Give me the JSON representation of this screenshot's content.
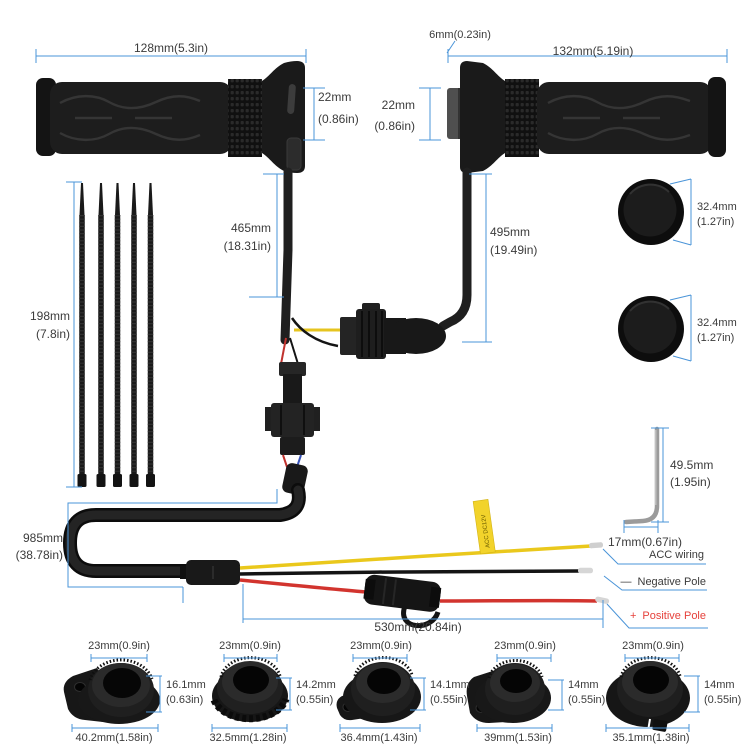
{
  "diagram_title": "heated-grips-kit-dimension-diagram",
  "colors": {
    "dimension_blue": "#4a94d8",
    "text_dark": "#3b3b3b",
    "positive_red": "#e6413b",
    "wire_yellow": "#eac81c",
    "wire_red": "#d2342e",
    "wire_black": "#141414",
    "product_black": "#1b1b1b"
  },
  "left_grip": {
    "length": "128mm(5.3in)",
    "diameter_mm": "22mm",
    "diameter_in": "(0.86in)",
    "cable_mm": "465mm",
    "cable_in": "(18.31in)"
  },
  "right_grip": {
    "edge": "6mm(0.23in)",
    "length": "132mm(5.19in)",
    "diameter_mm": "22mm",
    "diameter_in": "(0.86in)",
    "cable_mm": "495mm",
    "cable_in": "(19.49in)"
  },
  "cable_ties": {
    "length_mm": "198mm",
    "length_in": "(7.8in)"
  },
  "bar_end_caps": [
    {
      "mm": "32.4mm",
      "in": "(1.27in)"
    },
    {
      "mm": "32.4mm",
      "in": "(1.27in)"
    }
  ],
  "hex_key": {
    "height_mm": "49.5mm",
    "height_in": "(1.95in)",
    "width": "17mm(0.67in)"
  },
  "harness": {
    "main_mm": "985mm",
    "main_in": "(38.78in)",
    "lead_length": "530mm(20.84in)",
    "flag_text": "ACC DC12V",
    "acc_label": "ACC wiring",
    "negative_sign": "—",
    "negative_label": "Negative Pole",
    "positive_sign": "+",
    "positive_label": "Positive Pole"
  },
  "rings": [
    {
      "inner": "23mm(0.9in)",
      "height_mm": "16.1mm",
      "height_in": "(0.63in)",
      "outer": "40.2mm(1.58in)"
    },
    {
      "inner": "23mm(0.9in)",
      "height_mm": "14.2mm",
      "height_in": "(0.55in)",
      "outer": "32.5mm(1.28in)"
    },
    {
      "inner": "23mm(0.9in)",
      "height_mm": "14.1mm",
      "height_in": "(0.55in)",
      "outer": "36.4mm(1.43in)"
    },
    {
      "inner": "23mm(0.9in)",
      "height_mm": "14mm",
      "height_in": "(0.55in)",
      "outer": "39mm(1.53in)"
    },
    {
      "inner": "23mm(0.9in)",
      "height_mm": "14mm",
      "height_in": "(0.55in)",
      "outer": "35.1mm(1.38in)"
    }
  ]
}
